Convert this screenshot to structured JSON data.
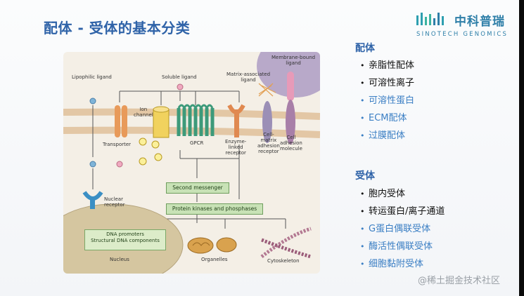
{
  "slide": {
    "title": "配体 - 受体的基本分类",
    "logo": {
      "cn": "中科普瑞",
      "en": "SINOTECH GENOMICS"
    }
  },
  "figure": {
    "labels": {
      "lipophilic": "Lipophilic ligand",
      "soluble": "Soluble ligand",
      "matrix": "Matrix-associated\nligand",
      "membrane": "Membrane-bound\nligand",
      "ion": "Ion\nchannel",
      "transporter": "Transporter",
      "gpcr": "GPCR",
      "enzyme": "Enzyme-\nlinked\nreceptor",
      "cellmatrix": "Cell-\nmatrix\nadhesion\nreceptor",
      "celladhesion": "Cell\nadhesion\nmolecule",
      "nuclear": "Nuclear\nreceptor",
      "second": "Second messenger",
      "kinase": "Protein kinases and phosphases",
      "dna": "DNA promoters\nStructural DNA components",
      "nucleus": "Nucleus",
      "organelles": "Organelles",
      "cytoskeleton": "Cytoskeleton"
    }
  },
  "ligands": {
    "heading": "配体",
    "items": [
      {
        "text": "亲脂性配体",
        "color": "#111111"
      },
      {
        "text": "可溶性离子",
        "color": "#111111"
      },
      {
        "text": "可溶性蛋白",
        "color": "#3b7fc4"
      },
      {
        "text": "ECM配体",
        "color": "#3b7fc4"
      },
      {
        "text": "过膜配体",
        "color": "#3b7fc4"
      }
    ]
  },
  "receptors": {
    "heading": "受体",
    "items": [
      {
        "text": "胞内受体",
        "color": "#111111"
      },
      {
        "text": "转运蛋白/离子通道",
        "color": "#111111"
      },
      {
        "text": "G蛋白偶联受体",
        "color": "#3b7fc4"
      },
      {
        "text": "酶活性偶联受体",
        "color": "#3b7fc4"
      },
      {
        "text": "细胞黏附受体",
        "color": "#3b7fc4"
      }
    ]
  },
  "watermark": "@稀土掘金技术社区"
}
